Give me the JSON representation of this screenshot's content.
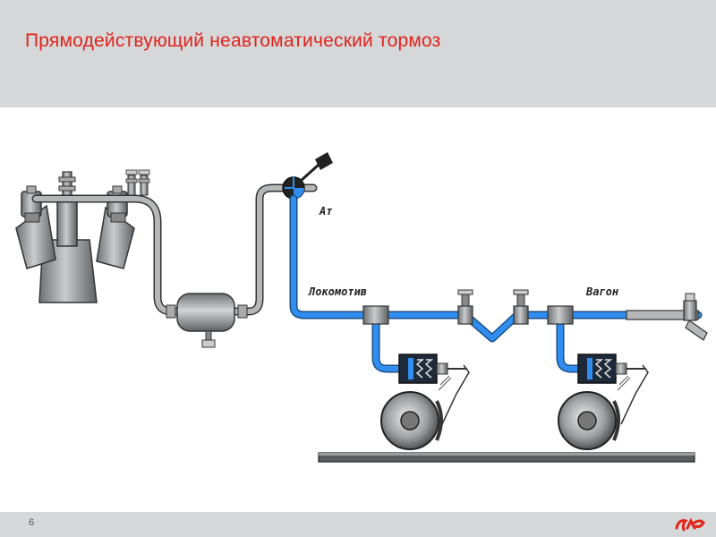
{
  "slide": {
    "title": "Прямодействующий неавтоматический тормоз",
    "page_number": "6"
  },
  "diagram": {
    "labels": {
      "valve": "Ат",
      "locomotive": "Локомотив",
      "wagon": "Вагон"
    }
  },
  "logo": {
    "text": "РЖД"
  },
  "colors": {
    "title": "#e2231a",
    "header_bg": "#d6d7d9",
    "pipe_gray": "#a9abad",
    "pipe_blue": "#2f8ef0",
    "logo_red": "#e2231a"
  }
}
